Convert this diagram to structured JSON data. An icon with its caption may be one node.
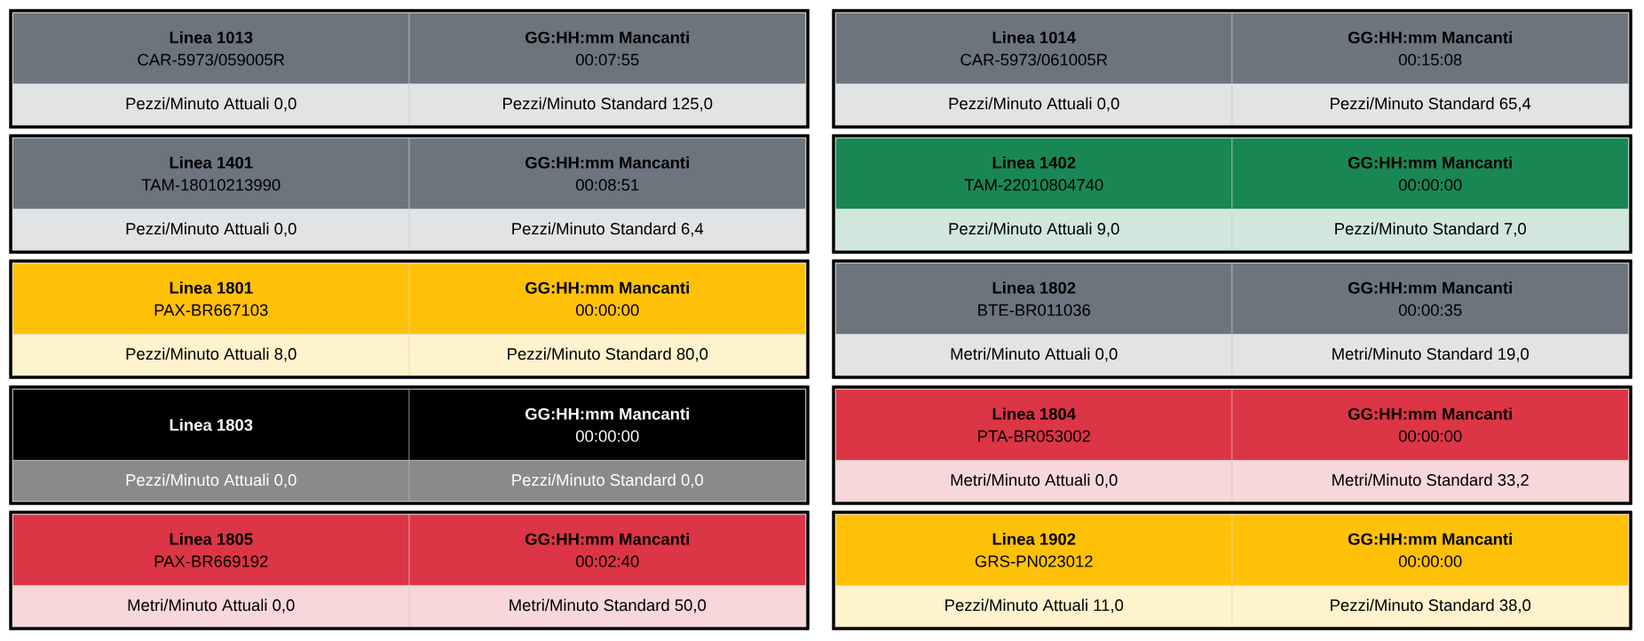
{
  "diagram": {
    "nodes": [
      {
        "text": [],
        "shape": "box"
      },
      {
        "text": [
          "Linea 1013",
          "CAR-5973/059005R"
        ],
        "in": 0
      },
      {
        "text": [
          "GG:HH:mm Mancanti",
          "00:07:55"
        ],
        "in": 0
      },
      {
        "text": [
          "Pezzi/Minuto Attuali 0,0"
        ],
        "in": 0
      },
      {
        "text": [
          "Pezzi/Minuto Standard 125,0"
        ],
        "in": 0
      },
      {
        "text": [],
        "shape": "box"
      },
      {
        "text": [
          "Linea 1014",
          "CAR-5973/061005R"
        ],
        "in": 5
      },
      {
        "text": [
          "GG:HH:mm Mancanti",
          "00:15:08"
        ],
        "in": 5
      },
      {
        "text": [
          "Pezzi/Minuto Attuali 0,0"
        ],
        "in": 5
      },
      {
        "text": [
          "Pezzi/Minuto Standard 65,4"
        ],
        "in": 5
      },
      {
        "text": [],
        "shape": "box"
      },
      {
        "text": [
          "Linea 1401",
          "TAM-18010213990"
        ],
        "in": 10
      },
      {
        "text": [
          "GG:HH:mm Mancanti",
          "00:08:51"
        ],
        "in": 10
      },
      {
        "text": [
          "Pezzi/Minuto Attuali 0,0"
        ],
        "in": 10
      },
      {
        "text": [
          "Pezzi/Minuto Standard 6,4"
        ],
        "in": 10
      },
      {
        "text": [],
        "shape": "box"
      },
      {
        "text": [
          "Linea 1402",
          "TAM-22010804740"
        ],
        "in": 15
      },
      {
        "text": [
          "GG:HH:mm Mancanti",
          "00:00:00"
        ],
        "in": 15
      },
      {
        "text": [
          "Pezzi/Minuto Attuali 9,0"
        ],
        "in": 15
      },
      {
        "text": [
          "Pezzi/Minuto Standard 7,0"
        ],
        "in": 15
      },
      {
        "text": [],
        "shape": "box"
      },
      {
        "text": [
          "Linea 1801",
          "PAX-BR667103"
        ],
        "in": 20
      },
      {
        "text": [
          "GG:HH:mm Mancanti",
          "00:00:00"
        ],
        "in": 20
      },
      {
        "text": [
          "Pezzi/Minuto Attuali 8,0"
        ],
        "in": 20
      },
      {
        "text": [
          "Pezzi/Minuto Standard 80,0"
        ],
        "in": 20
      },
      {
        "text": [],
        "shape": "box"
      },
      {
        "text": [
          "Linea 1802",
          "BTE-BR011036"
        ],
        "in": 25
      },
      {
        "text": [
          "GG:HH:mm Mancanti",
          "00:00:35"
        ],
        "in": 25
      },
      {
        "text": [
          "Metri/Minuto Attuali 0,0"
        ],
        "in": 25
      },
      {
        "text": [
          "Metri/Minuto Standard 19,0"
        ],
        "in": 25
      },
      {
        "text": [],
        "shape": "box"
      },
      {
        "text": [
          "Linea 1803"
        ],
        "in": 30
      },
      {
        "text": [
          "GG:HH:mm Mancanti",
          "00:00:00"
        ],
        "in": 30
      },
      {
        "text": [
          "Pezzi/Minuto Attuali 0,0"
        ],
        "in": 30
      },
      {
        "text": [
          "Pezzi/Minuto Standard 0,0"
        ],
        "in": 30
      },
      {
        "text": [],
        "shape": "box"
      },
      {
        "text": [
          "Linea 1804",
          "PTA-BR053002"
        ],
        "in": 35
      },
      {
        "text": [
          "GG:HH:mm Mancanti",
          "00:00:00"
        ],
        "in": 35
      },
      {
        "text": [
          "Metri/Minuto Attuali 0,0"
        ],
        "in": 35
      },
      {
        "text": [
          "Metri/Minuto Standard 33,2"
        ],
        "in": 35
      },
      {
        "text": [],
        "shape": "box"
      },
      {
        "text": [
          "Linea 1805",
          "PAX-BR669192"
        ],
        "in": 40
      },
      {
        "text": [
          "GG:HH:mm Mancanti",
          "00:02:40"
        ],
        "in": 40
      },
      {
        "text": [
          "Metri/Minuto Attuali 0,0"
        ],
        "in": 40
      },
      {
        "text": [
          "Metri/Minuto Standard 50,0"
        ],
        "in": 40
      },
      {
        "text": [],
        "shape": "box"
      },
      {
        "text": [
          "Linea 1902",
          "GRS-PN023012"
        ],
        "in": 45
      },
      {
        "text": [
          "GG:HH:mm Mancanti",
          "00:00:00"
        ],
        "in": 45
      },
      {
        "text": [
          "Pezzi/Minuto Attuali 11,0"
        ],
        "in": 45
      },
      {
        "text": [
          "Pezzi/Minuto Standard 38,0"
        ],
        "in": 45
      }
    ]
  }
}
